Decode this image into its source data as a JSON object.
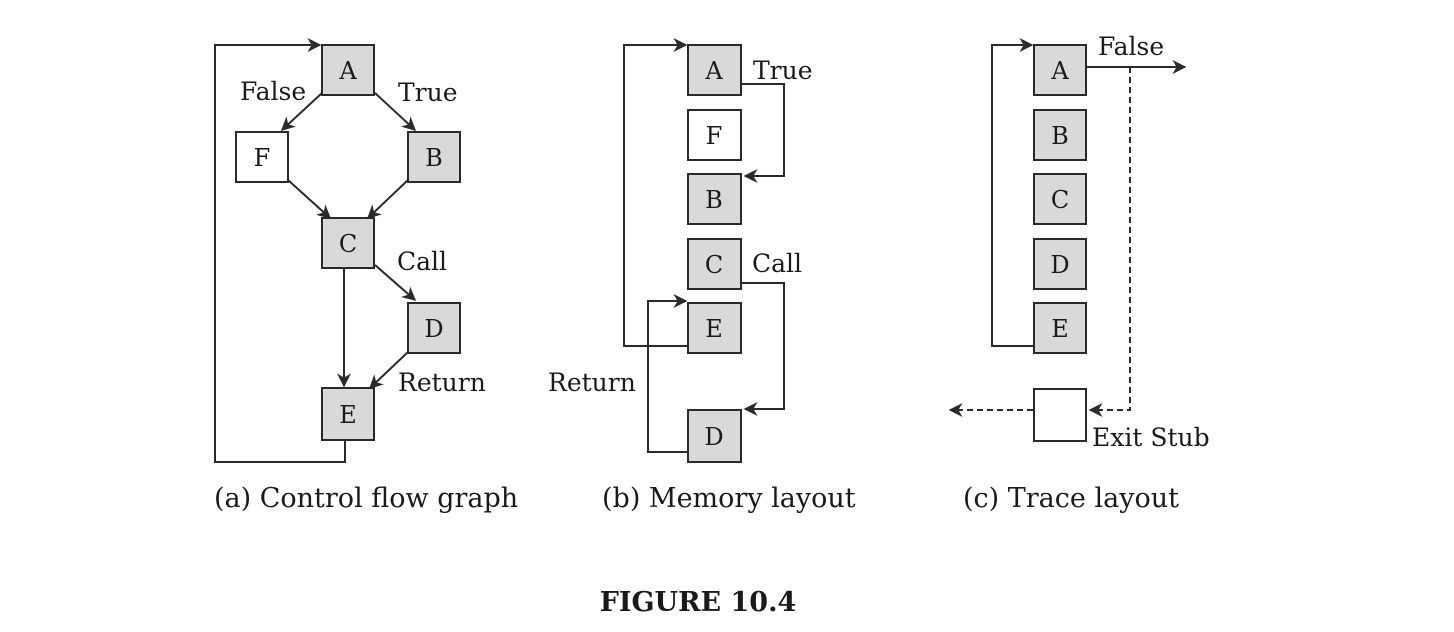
{
  "figure_title": "FIGURE 10.4",
  "panels": {
    "a": {
      "caption": "(a) Control flow graph",
      "nodes": {
        "A": "A",
        "B": "B",
        "C": "C",
        "D": "D",
        "E": "E",
        "F": "F"
      },
      "labels": {
        "false": "False",
        "true": "True",
        "call": "Call",
        "return": "Return"
      }
    },
    "b": {
      "caption": "(b) Memory layout",
      "nodes": {
        "A": "A",
        "F": "F",
        "B": "B",
        "C": "C",
        "E": "E",
        "D": "D"
      },
      "labels": {
        "true": "True",
        "call": "Call",
        "return": "Return"
      }
    },
    "c": {
      "caption": "(c) Trace layout",
      "nodes": {
        "A": "A",
        "B": "B",
        "C": "C",
        "D": "D",
        "E": "E"
      },
      "labels": {
        "false": "False",
        "exit_stub": "Exit Stub"
      }
    }
  },
  "colors": {
    "hot_block": "#d9d9d9",
    "cold_block": "#ffffff",
    "stroke": "#2a2a2a"
  }
}
